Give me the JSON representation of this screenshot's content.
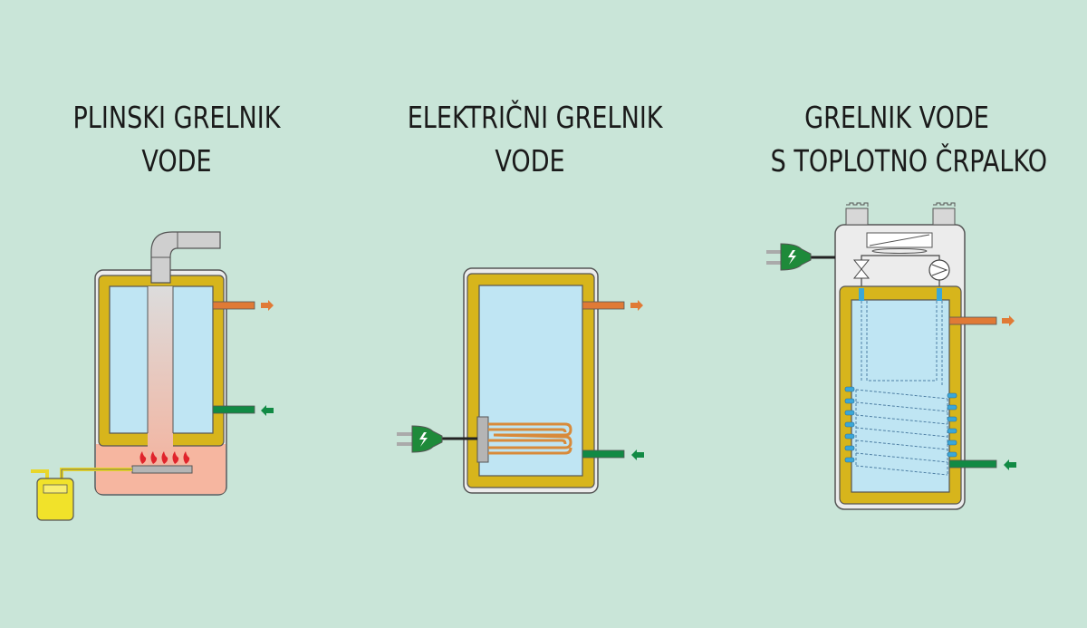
{
  "titles": {
    "gas": {
      "line1": "PLINSKI GRELNIK",
      "line2": "VODE"
    },
    "electric": {
      "line1": "ELEKTRIČNI GRELNIK",
      "line2": "VODE"
    },
    "heat_pump": {
      "line1": "GRELNIK VODE",
      "line2": "S TOPLOTNO ČRPALKO"
    }
  },
  "colors": {
    "background": "#c9e5d8",
    "tank_shell": "#ececec",
    "insulation": "#d7b51c",
    "water": "#bfe5f3",
    "hot_pipe": "#e07a36",
    "cold_pipe": "#118a44",
    "plug": "#1e8a3a",
    "gas_meter": "#f1e22a",
    "flame": "#e0242c",
    "heating_element": "#d88a3a",
    "combustion_glow": "#f6b6a0"
  },
  "icons": {
    "plug": "electric-plug-icon",
    "flame": "flame-icon",
    "gas_meter": "gas-meter-icon",
    "valve": "expansion-valve-icon",
    "compressor": "compressor-icon",
    "fan": "fan-icon",
    "hot_arrow": "arrow-right-icon",
    "cold_arrow": "arrow-left-icon"
  }
}
